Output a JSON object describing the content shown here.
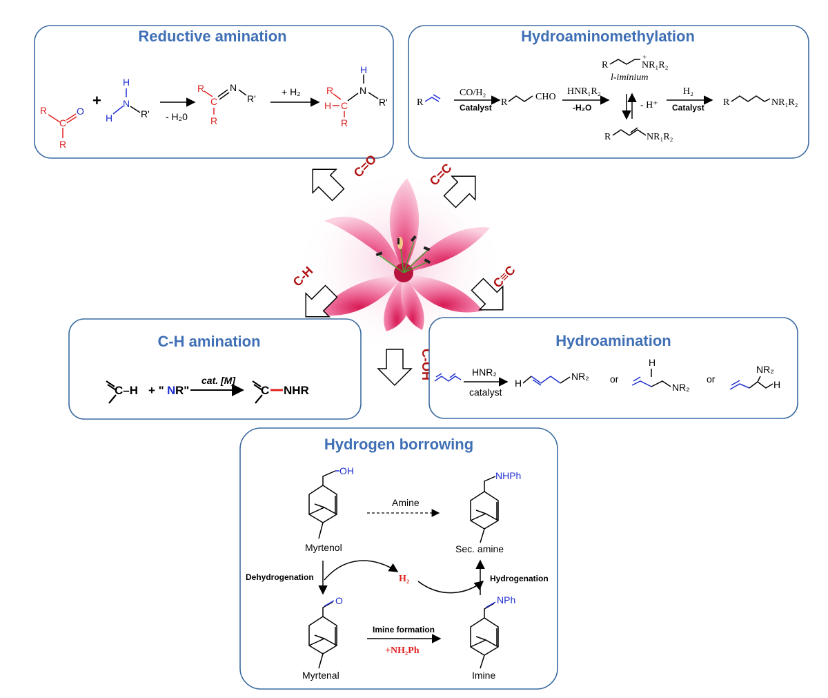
{
  "panels": {
    "reductive": {
      "title": "Reductive amination",
      "r1": "R",
      "r2": "R",
      "c": "C",
      "o": "O",
      "plus": "+",
      "amine_h1": "H",
      "amine_n": "N",
      "amine_h2": "H",
      "amine_r": "R'",
      "cond1": "- H₂0",
      "imine_r1": "R",
      "imine_c": "C",
      "imine_n": "N",
      "imine_r": "R'",
      "imine_r2": "R",
      "cond2": "+ H₂",
      "prod_r1": "R",
      "prod_h": "H",
      "prod_c": "C",
      "prod_r2": "R",
      "prod_n": "N",
      "prod_nh": "H",
      "prod_r": "R'"
    },
    "hydroaminomethylation": {
      "title": "Hydroaminomethylation",
      "r_start": "R",
      "cond1_top": "CO/H₂",
      "cond1_bot": "Catalyst",
      "r_ald": "R",
      "cho": "CHO",
      "cond2_top": "HNR₁R₂",
      "cond2_bot": "-H₂O",
      "r_imin": "R",
      "iminium_group": "NR₁R₂",
      "iminium_charge": "+",
      "iminium_name": "l-iminium",
      "eq_label": "- H⁺",
      "r_enam": "R",
      "enamine_group": "NR₁R₂",
      "cond3_top": "H₂",
      "cond3_bot": "Catalyst",
      "r_prod": "R",
      "prod_group": "NR₁R₂"
    },
    "ch_amination": {
      "title": "C-H amination",
      "reactant": "C–H",
      "plus_reagent_pre": "+ \"",
      "reagent_n": "N",
      "reagent_post": "R\"",
      "cond": "cat. [M]",
      "prod_c": "C",
      "prod_n": "NHR"
    },
    "hydroamination": {
      "title": "Hydroamination",
      "cond_top": "HNR₂",
      "cond_bot": "catalyst",
      "p1_h": "H",
      "p1_group": "NR₂",
      "or1": "or",
      "p2_h": "H",
      "p2_group": "NR₂",
      "or2": "or",
      "p3_group": "NR₂",
      "p3_h": "H"
    },
    "hydrogen_borrowing": {
      "title": "Hydrogen borrowing",
      "myrtenol_group": "OH",
      "myrtenol_name": "Myrtenol",
      "amine_arrow": "Amine",
      "amine_group": "NHPh",
      "amine_name": "Sec. amine",
      "dehydrogenation": "Dehydrogenation",
      "h2": "H₂",
      "hydrogenation": "Hydrogenation",
      "myrtenal_group": "O",
      "myrtenal_name": "Myrtenal",
      "imine_cond_top": "Imine formation",
      "imine_cond_bot": "+NH₂Ph",
      "imine_group": "NPh",
      "imine_name": "Imine"
    }
  },
  "bond_labels": {
    "co": "C=O",
    "cc_double": "C=C",
    "ch": "C-H",
    "cc_triple": "C≡C",
    "coh": "C-OH"
  },
  "colors": {
    "title": "#3f6fb5",
    "box_border": "#3a6aa0",
    "red": "#e02020",
    "blue": "#1f2fd0",
    "bond_label": "#b01010",
    "flower": "#e0457a"
  },
  "icons": {
    "center": "lily-flower-icon",
    "arrows": "hollow-arrow-icon"
  }
}
